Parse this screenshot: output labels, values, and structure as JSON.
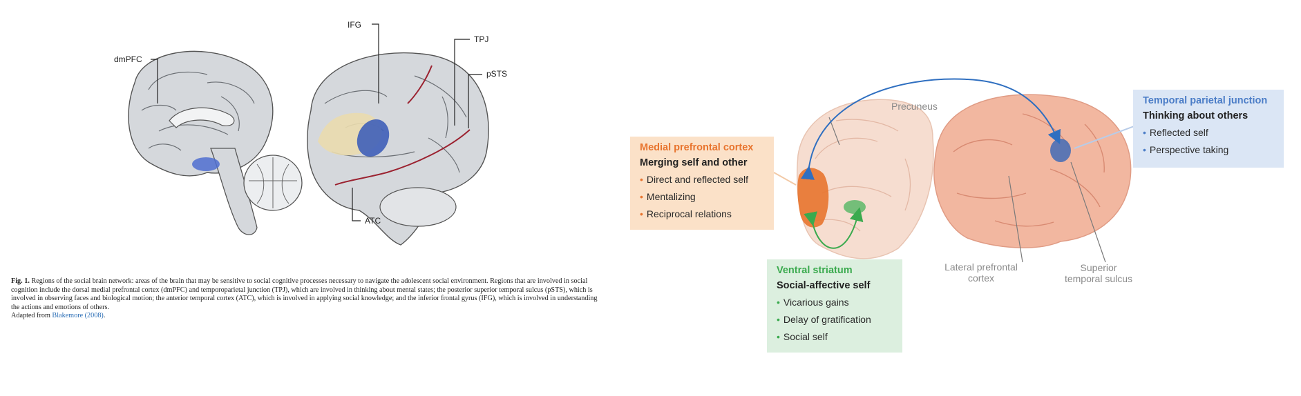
{
  "left_figure": {
    "labels": {
      "dmpfc": "dmPFC",
      "ifg": "IFG",
      "tpj": "TPJ",
      "psts": "pSTS",
      "atc": "ATC"
    },
    "caption": {
      "fig_label": "Fig. 1.",
      "text": "Regions of the social brain network: areas of the brain that may be sensitive to social cognitive processes necessary to navigate the adolescent social environment. Regions that are involved in social cognition include the dorsal medial prefrontal cortex (dmPFC) and temporoparietal junction (TPJ), which are involved in thinking about mental states; the posterior superior temporal sulcus (pSTS), which is involved in observing faces and biological motion; the anterior temporal cortex (ATC), which is involved in applying social knowledge; and the inferior frontal gyrus (IFG), which is involved in understanding the actions and emotions of others.",
      "adapted_prefix": "Adapted from ",
      "citation": "Blakemore (2008)",
      "adapted_suffix": "."
    }
  },
  "right_figure": {
    "region_labels": {
      "precuneus": "Precuneus",
      "lateral_pfc_line1": "Lateral prefrontal",
      "lateral_pfc_line2": "cortex",
      "sts_line1": "Superior",
      "sts_line2": "temporal sulcus"
    },
    "mpfc_box": {
      "title": "Medial prefrontal cortex",
      "subtitle": "Merging self and other",
      "items": [
        "Direct and reflected self",
        "Mentalizing",
        "Reciprocal relations"
      ]
    },
    "vs_box": {
      "title": "Ventral striatum",
      "subtitle": "Social-affective self",
      "items": [
        "Vicarious gains",
        "Delay of gratification",
        "Social self"
      ]
    },
    "tpj_box": {
      "title": "Temporal parietal junction",
      "subtitle": "Thinking about others",
      "items": [
        "Reflected self",
        "Perspective taking"
      ]
    },
    "bullet": "•",
    "colors": {
      "mpfc": "#e8742e",
      "vs": "#3aaa4e",
      "tpj": "#4b7dc7",
      "arrow_blue": "#2f6fc0",
      "arrow_green": "#3aaa4e"
    }
  }
}
